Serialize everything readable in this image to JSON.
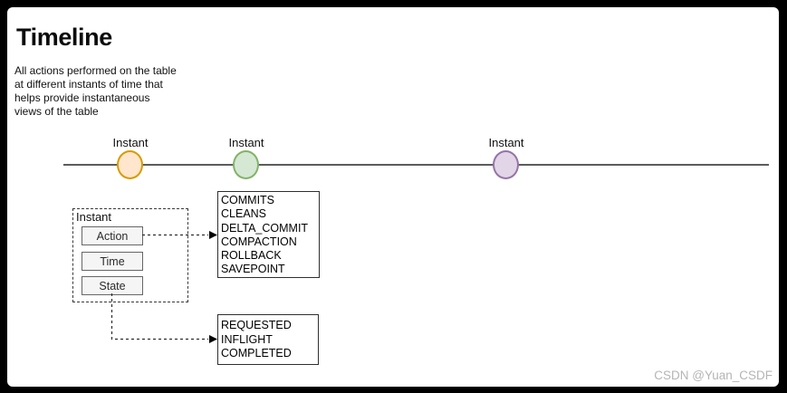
{
  "header": {
    "title": "Timeline",
    "description_lines": [
      "All actions performed on the table",
      "at different instants of time that",
      "helps provide instantaneous",
      "views of the table"
    ]
  },
  "timeline": {
    "line_color": "#5c5c5c",
    "instants": [
      {
        "label": "Instant",
        "fill": "#ffe6cc",
        "stroke": "#d79b00"
      },
      {
        "label": "Instant",
        "fill": "#d5e8d4",
        "stroke": "#82b366"
      },
      {
        "label": "Instant",
        "fill": "#e1d5e7",
        "stroke": "#9673a6"
      }
    ]
  },
  "instant_detail": {
    "title": "Instant",
    "fields": [
      "Action",
      "Time",
      "State"
    ]
  },
  "action_types_box": {
    "items": [
      "COMMITS",
      "CLEANS",
      "DELTA_COMMIT",
      "COMPACTION",
      "ROLLBACK",
      "SAVEPOINT"
    ]
  },
  "state_types_box": {
    "items": [
      "REQUESTED",
      "INFLIGHT",
      "COMPLETED"
    ]
  },
  "watermark": "CSDN @Yuan_CSDF"
}
